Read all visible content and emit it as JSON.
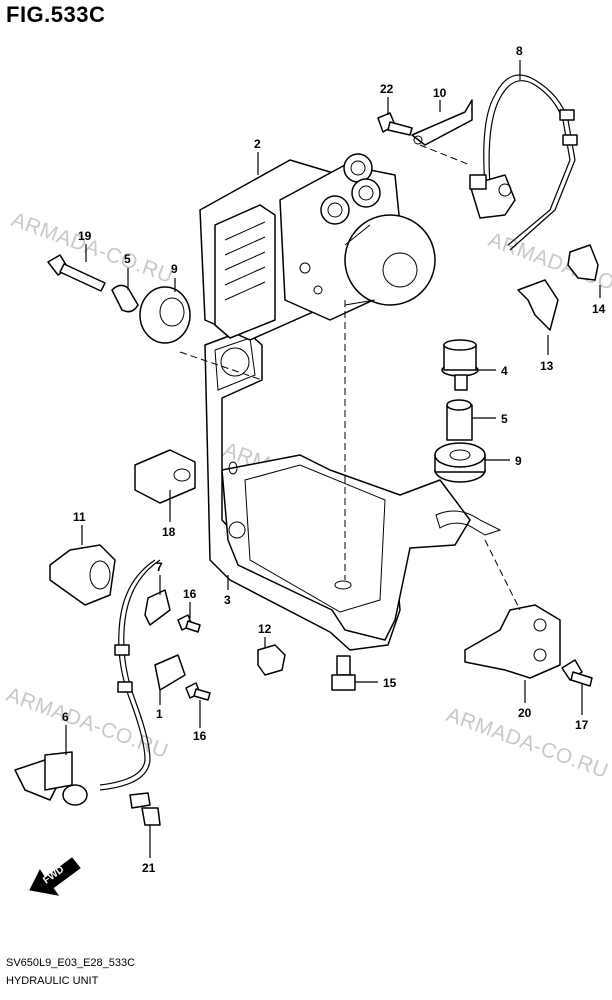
{
  "header": {
    "title": "FIG.533C"
  },
  "footer": {
    "code": "SV650L9_E03_E28_533C",
    "name": "HYDRAULIC UNIT"
  },
  "watermark": {
    "text": "ARMADA-CO.RU"
  },
  "direction_badge": {
    "label": "FWD"
  },
  "parts": {
    "p1": "1",
    "p2": "2",
    "p3": "3",
    "p4": "4",
    "p5a": "5",
    "p5b": "5",
    "p6": "6",
    "p7": "7",
    "p8": "8",
    "p9a": "9",
    "p9b": "9",
    "p10": "10",
    "p11": "11",
    "p12": "12",
    "p13": "13",
    "p14": "14",
    "p15": "15",
    "p16a": "16",
    "p16b": "16",
    "p17": "17",
    "p18": "18",
    "p19": "19",
    "p20": "20",
    "p21": "21",
    "p22": "22"
  }
}
